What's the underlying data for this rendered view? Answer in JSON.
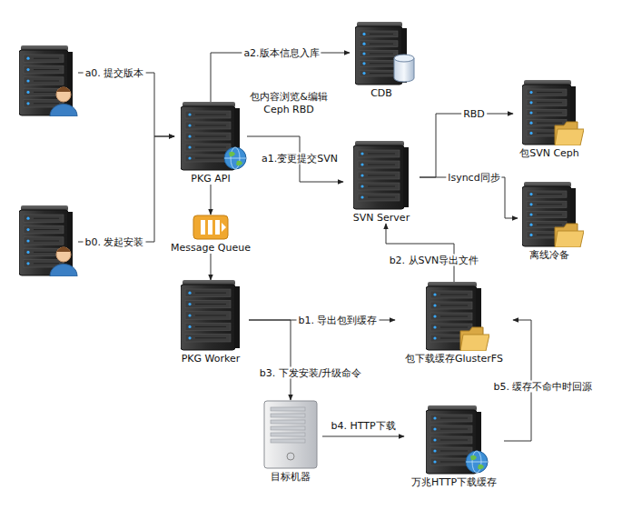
{
  "diagram": {
    "nodes": [
      {
        "text": []
      },
      {
        "text": [
          "CDB"
        ]
      },
      {
        "text": [
          "包SVN Ceph"
        ]
      },
      {
        "text": [
          "PKG API"
        ]
      },
      {
        "text": [
          "SVN Server"
        ]
      },
      {
        "text": [
          "离线冷备"
        ]
      },
      {
        "text": []
      },
      {
        "text": [
          "Message Queue"
        ]
      },
      {
        "text": [
          "PKG Worker"
        ]
      },
      {
        "text": [
          "包下载缓存GlusterFS"
        ]
      },
      {
        "text": [
          "目标机器"
        ]
      },
      {
        "text": [
          "万兆HTTP下载缓存"
        ]
      }
    ],
    "edges": [
      {
        "from": 0,
        "to": 3,
        "label": "a0. 提交版本",
        "arrow": "to"
      },
      {
        "from": 3,
        "to": 1,
        "label": "a2.版本信息入库",
        "arrow": "to"
      },
      {
        "from": 3,
        "to": 4,
        "label": "a1.变更提交SVN",
        "arrow": "to"
      },
      {
        "from": 4,
        "to": 2,
        "label": "RBD",
        "arrow": "to"
      },
      {
        "from": 4,
        "to": 5,
        "label": "lsyncd同步",
        "arrow": "to"
      },
      {
        "from": 6,
        "to": 3,
        "label": "b0. 发起安装",
        "arrow": "to"
      },
      {
        "from": 3,
        "to": 7,
        "arrow": "to"
      },
      {
        "from": 7,
        "to": 8,
        "arrow": "to"
      },
      {
        "from": 8,
        "to": 9,
        "label": "b1. 导出包到缓存",
        "arrow": "to"
      },
      {
        "from": 9,
        "to": 4,
        "label": "b2. 从SVN导出文件",
        "arrow": "to"
      },
      {
        "from": 8,
        "to": 10,
        "label": "b3. 下发安装/升级命令",
        "arrow": "to"
      },
      {
        "from": 10,
        "to": 11,
        "label": "b4. HTTP下载",
        "arrow": "to"
      },
      {
        "from": 11,
        "to": 9,
        "label": "b5. 缓存不命中时回源",
        "arrow": "to"
      }
    ],
    "labels": [
      "包内容浏览&编辑Ceph RBD"
    ]
  }
}
